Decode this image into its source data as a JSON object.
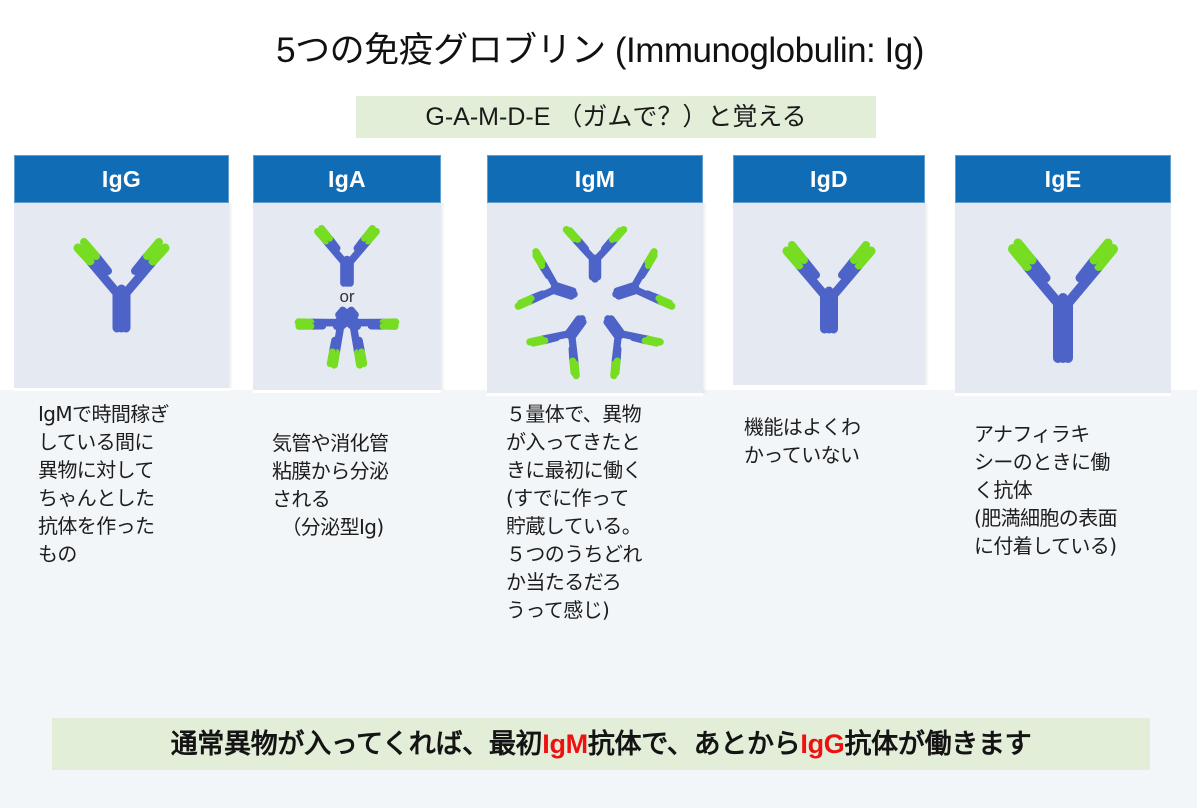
{
  "page": {
    "title": "5つの免疫グロブリン (Immunoglobulin: Ig)",
    "subtitle": "G-A-M-D-E （ガムで？）と覚える",
    "background_upper": "#ffffff",
    "background_lower": "#f2f6f9",
    "banner_green": "#e3eed8"
  },
  "colors": {
    "header_blue": "#0f6cb5",
    "card_body": "#e4e9f2",
    "antibody_blue": "#4e63c8",
    "antibody_green": "#77dd22",
    "highlight_red": "#ee1111"
  },
  "cards": [
    {
      "id": "igg",
      "label": "IgG",
      "figure": "monomer",
      "or_label": "",
      "description": "IgMで時間稼ぎ\nしている間に\n異物に対して\nちゃんとした\n抗体を作った\nもの"
    },
    {
      "id": "iga",
      "label": "IgA",
      "figure": "monomer-or-dimer",
      "or_label": "or",
      "description": "気管や消化管\n粘膜から分泌\nされる\n　（分泌型Ig)"
    },
    {
      "id": "igm",
      "label": "IgM",
      "figure": "pentamer",
      "or_label": "",
      "description": "５量体で、異物\nが入ってきたと\nきに最初に働く\n(すでに作って\n貯蔵している。\n５つのうちどれ\nか当たるだろ\nうって感じ)"
    },
    {
      "id": "igd",
      "label": "IgD",
      "figure": "monomer",
      "or_label": "",
      "description": "機能はよくわ\nかっていない"
    },
    {
      "id": "ige",
      "label": "IgE",
      "figure": "monomer-tall",
      "or_label": "",
      "description": "アナフィラキ\nシーのときに働\nく抗体\n(肥満細胞の表面\nに付着している)"
    }
  ],
  "footer": {
    "part1": "通常異物が入ってくれば、最初",
    "highlight1": "IgM",
    "part2": "抗体で、あとから",
    "highlight2": "IgG",
    "part3": "抗体が働きます",
    "full_text": "通常異物が入ってくれば、最初IgM抗体で、あとからIgG抗体が働きます"
  }
}
